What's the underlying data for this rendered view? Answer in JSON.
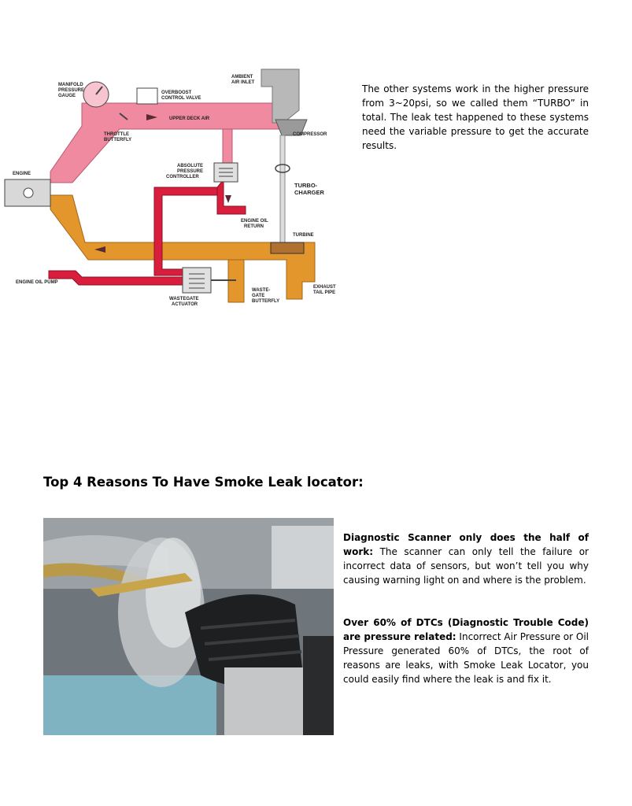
{
  "diagram": {
    "labels": {
      "manifold_gauge": [
        "MANIFOLD",
        "PRESSURE",
        "GAUGE"
      ],
      "overboost_valve": [
        "OVERBOOST",
        "CONTROL VALVE"
      ],
      "ambient_air_inlet": [
        "AMBIENT",
        "AIR INLET"
      ],
      "upper_deck_air": "UPPER DECK AIR",
      "compressor": "COMPRESSOR",
      "throttle_butterfly": [
        "THROTTLE",
        "BUTTERFLY"
      ],
      "engine": "ENGINE",
      "absolute_pressure_controller": [
        "ABSOLUTE",
        "PRESSURE",
        "CONTROLLER"
      ],
      "turbocharger": [
        "TURBO-",
        "CHARGER"
      ],
      "engine_oil_return": [
        "ENGINE OIL",
        "RETURN"
      ],
      "turbine": "TURBINE",
      "engine_oil_pump": "ENGINE OIL PUMP",
      "wastegate_actuator": [
        "WASTEGATE",
        "ACTUATOR"
      ],
      "wastegate_butterfly": [
        "WASTE-",
        "GATE",
        "BUTTERFLY"
      ],
      "exhaust_tail_pipe": [
        "EXHAUST",
        "TAIL PIPE"
      ]
    },
    "colors": {
      "pink": "#f08aa0",
      "orange": "#e2962c",
      "red": "#d81e3c",
      "gray": "#b8b8b8"
    }
  },
  "intro_text": "The other systems work in the higher pressure from 3~20psi, so we called them “TURBO” in total. The leak test happened to these systems need the variable pressure to get the accurate results.",
  "section_heading": "Top 4 Reasons To Have Smoke Leak locator:",
  "reasons": [
    {
      "title": "Diagnostic Scanner only does the half of work:",
      "body": " The scanner can only tell the failure or incorrect data of sensors, but won’t tell you why causing warning light on and where is the problem."
    },
    {
      "title": "Over 60% of DTCs (Diagnostic Trouble Code) are pressure related:",
      "body": " Incorrect Air Pressure or Oil Pressure generated 60% of DTCs, the root of reasons are leaks, with Smoke Leak Locator, you could easily find where the leak is and fix it."
    }
  ]
}
